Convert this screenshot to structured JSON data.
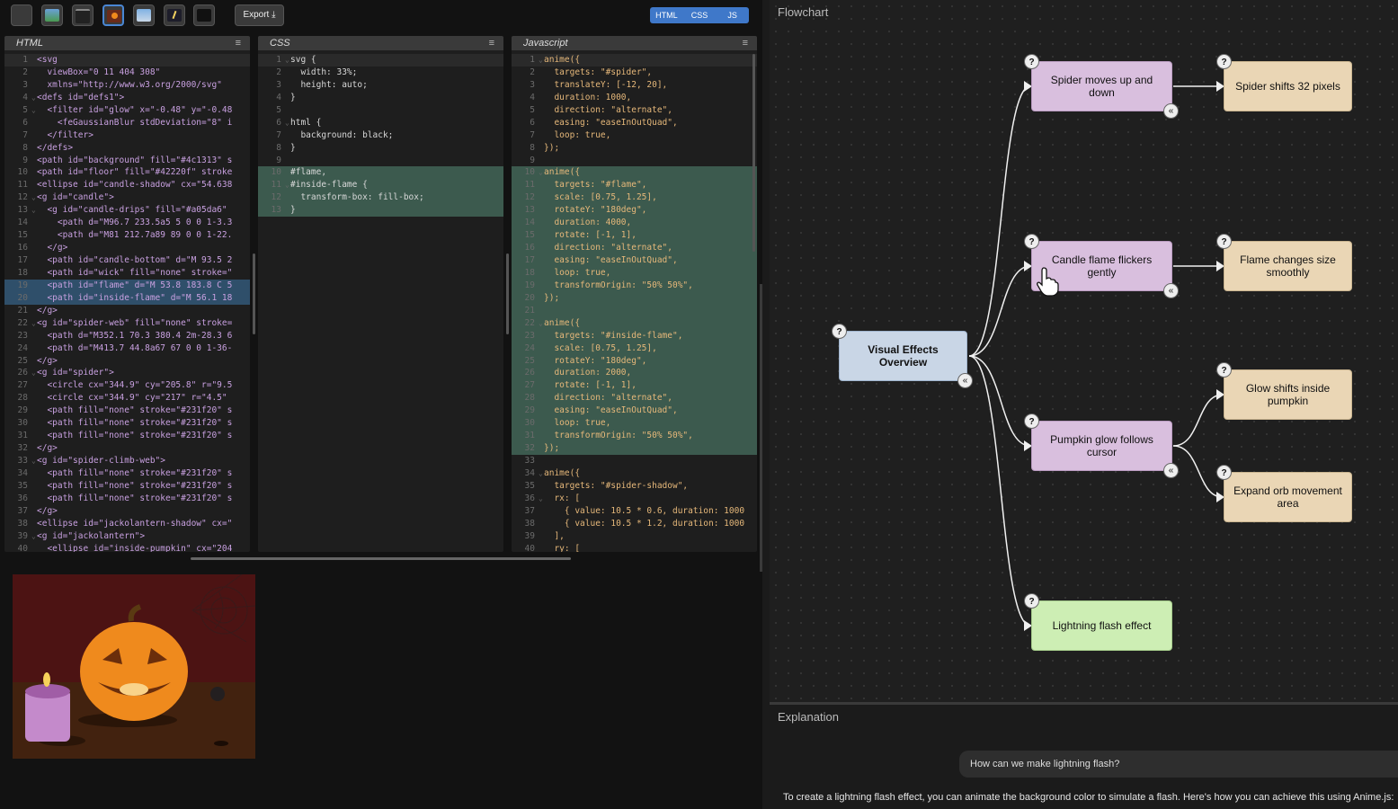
{
  "toolbar": {
    "export_label": "Export",
    "seg": [
      "HTML",
      "CSS",
      "JS"
    ]
  },
  "panels": {
    "html_title": "HTML",
    "css_title": "CSS",
    "js_title": "Javascript"
  },
  "html_code": [
    "<svg",
    "  viewBox=\"0 11 404 308\"",
    "  xmlns=\"http://www.w3.org/2000/svg\"",
    "<defs id=\"defs1\">",
    "  <filter id=\"glow\" x=\"-0.48\" y=\"-0.48",
    "    <feGaussianBlur stdDeviation=\"8\" i",
    "  </filter>",
    "</defs>",
    "<path id=\"background\" fill=\"#4c1313\" s",
    "<path id=\"floor\" fill=\"#42220f\" stroke",
    "<ellipse id=\"candle-shadow\" cx=\"54.638",
    "<g id=\"candle\">",
    "  <g id=\"candle-drips\" fill=\"#a05da6\"",
    "    <path d=\"M96.7 233.5a5 5 0 0 1-3.3",
    "    <path d=\"M81 212.7a89 89 0 0 1-22.",
    "  </g>",
    "  <path id=\"candle-bottom\" d=\"M 93.5 2",
    "  <path id=\"wick\" fill=\"none\" stroke=\"",
    "  <path id=\"flame\" d=\"M 53.8 183.8 C 5",
    "  <path id=\"inside-flame\" d=\"M 56.1 18",
    "</g>",
    "<g id=\"spider-web\" fill=\"none\" stroke=",
    "  <path d=\"M352.1 70.3 380.4 2m-28.3 6",
    "  <path d=\"M413.7 44.8a67 67 0 0 1-36-",
    "</g>",
    "<g id=\"spider\">",
    "  <circle cx=\"344.9\" cy=\"205.8\" r=\"9.5",
    "  <circle cx=\"344.9\" cy=\"217\" r=\"4.5\"",
    "  <path fill=\"none\" stroke=\"#231f20\" s",
    "  <path fill=\"none\" stroke=\"#231f20\" s",
    "  <path fill=\"none\" stroke=\"#231f20\" s",
    "</g>",
    "<g id=\"spider-climb-web\">",
    "  <path fill=\"none\" stroke=\"#231f20\" s",
    "  <path fill=\"none\" stroke=\"#231f20\" s",
    "  <path fill=\"none\" stroke=\"#231f20\" s",
    "</g>",
    "<ellipse id=\"jackolantern-shadow\" cx=\"",
    "<g id=\"jackolantern\">",
    "  <ellipse id=\"inside-pumpkin\" cx=\"204"
  ],
  "css_code": [
    "svg {",
    "  width: 33%;",
    "  height: auto;",
    "}",
    "",
    "html {",
    "  background: black;",
    "}",
    "",
    "#flame,",
    "#inside-flame {",
    "  transform-box: fill-box;",
    "}"
  ],
  "js_code": [
    "anime({",
    "  targets: \"#spider\",",
    "  translateY: [-12, 20],",
    "  duration: 1000,",
    "  direction: \"alternate\",",
    "  easing: \"easeInOutQuad\",",
    "  loop: true,",
    "});",
    "",
    "anime({",
    "  targets: \"#flame\",",
    "  scale: [0.75, 1.25],",
    "  rotateY: \"180deg\",",
    "  duration: 4000,",
    "  rotate: [-1, 1],",
    "  direction: \"alternate\",",
    "  easing: \"easeInOutQuad\",",
    "  loop: true,",
    "  transformOrigin: \"50% 50%\",",
    "});",
    "",
    "anime({",
    "  targets: \"#inside-flame\",",
    "  scale: [0.75, 1.25],",
    "  rotateY: \"180deg\",",
    "  duration: 2000,",
    "  rotate: [-1, 1],",
    "  direction: \"alternate\",",
    "  easing: \"easeInOutQuad\",",
    "  loop: true,",
    "  transformOrigin: \"50% 50%\",",
    "});",
    "",
    "anime({",
    "  targets: \"#spider-shadow\",",
    "  rx: [",
    "    { value: 10.5 * 0.6, duration: 1000",
    "    { value: 10.5 * 1.2, duration: 1000",
    "  ],",
    "  ry: ["
  ],
  "flowchart": {
    "title": "Flowchart",
    "root": "Visual Effects Overview",
    "nodes": {
      "spider": "Spider moves up and down",
      "spider_child": "Spider shifts 32 pixels",
      "flame": "Candle flame flickers gently",
      "flame_child": "Flame changes size smoothly",
      "pumpkin": "Pumpkin glow follows cursor",
      "pumpkin_child1": "Glow shifts inside pumpkin",
      "pumpkin_child2": "Expand orb movement area",
      "lightning": "Lightning flash effect"
    },
    "help_glyph": "?",
    "collapse_glyph": "«"
  },
  "explanation": {
    "title": "Explanation",
    "question": "How can we make lightning flash?",
    "answer": "To create a lightning flash effect, you can animate the background color to simulate a flash. Here's how you can achieve this using Anime.js:"
  },
  "colors": {
    "seg_blue": "#3f78c9",
    "node_purple": "#d9bfde",
    "node_tan": "#ead6b5",
    "node_blue": "#c9d6e6",
    "node_green": "#cdeeb4"
  }
}
